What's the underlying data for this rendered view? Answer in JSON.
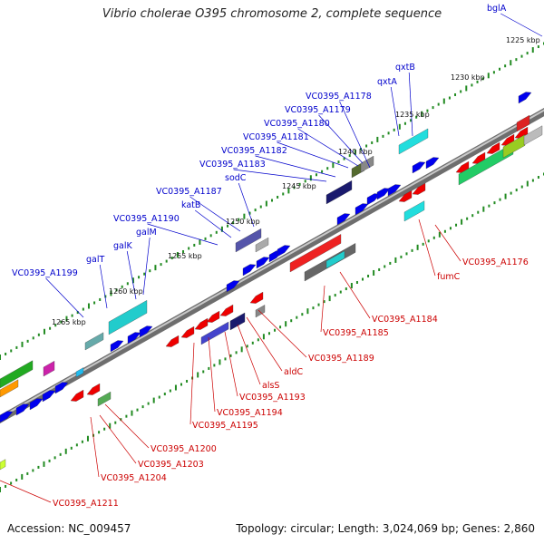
{
  "title": "Vibrio cholerae O395 chromosome 2, complete sequence",
  "footer": {
    "accession": "Accession: NC_009457",
    "summary": "Topology: circular; Length: 3,024,069 bp; Genes: 2,860"
  },
  "colors": {
    "forward_gene": "#0000ee",
    "reverse_gene": "#ee0000",
    "forward_label": "#0000cc",
    "reverse_label": "#cc0000",
    "backbone": "#888888",
    "tick_dots": "#228b22"
  },
  "scale_ticks": [
    "1225 kbp",
    "1230 kbp",
    "1235 kbp",
    "1240 kbp",
    "1245 kbp",
    "1250 kbp",
    "1255 kbp",
    "1260 kbp",
    "1265 kbp"
  ],
  "forward_labels": [
    "bglA",
    "qxtB",
    "qxtA",
    "VC0395_A1178",
    "VC0395_A1179",
    "VC0395_A1180",
    "VC0395_A1181",
    "VC0395_A1182",
    "VC0395_A1183",
    "sodC",
    "VC0395_A1187",
    "katB",
    "VC0395_A1190",
    "galM",
    "galK",
    "galT",
    "VC0395_A1199"
  ],
  "reverse_labels": [
    "VC0395_A1176",
    "fumC",
    "VC0395_A1184",
    "VC0395_A1185",
    "VC0395_A1189",
    "aldC",
    "alsS",
    "VC0395_A1193",
    "VC0395_A1194",
    "VC0395_A1195",
    "VC0395_A1200",
    "VC0395_A1203",
    "VC0395_A1204",
    "VC0395_A1211"
  ]
}
